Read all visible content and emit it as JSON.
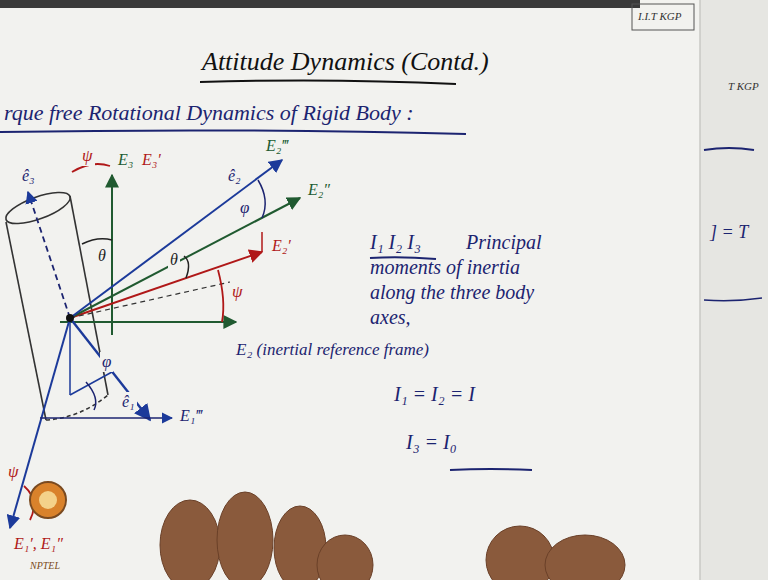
{
  "diagram": {
    "title": "Attitude Dynamics (Contd.)",
    "labels": [
      "I.I.T KGP",
      "T KGP",
      "rque free Rotational Dynamics of Rigid Body :",
      "ê₃",
      "ψ",
      "E₃",
      "E₃′",
      "E₂‴",
      "ê₂",
      "φ",
      "E₂″",
      "θ",
      "θ",
      "E₂′",
      "ψ",
      "I₁ I₂ I₃",
      "Principal moments of inertia along the three body axes,",
      "E₂ (inertial reference frame)",
      "ψ",
      "φ",
      "ê₁",
      "E₁‴",
      "E₁′, E₁″",
      "I₁ = I₂ = I",
      "I₃ = I₀",
      "NPTEL",
      "] = T"
    ]
  }
}
